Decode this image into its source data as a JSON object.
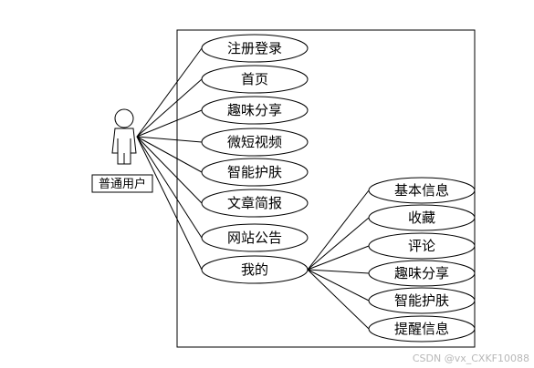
{
  "actor": {
    "label": "普通用户"
  },
  "use_cases": [
    {
      "label": "注册登录"
    },
    {
      "label": "首页"
    },
    {
      "label": "趣味分享"
    },
    {
      "label": "微短视频"
    },
    {
      "label": "智能护肤"
    },
    {
      "label": "文章简报"
    },
    {
      "label": "网站公告"
    },
    {
      "label": "我的"
    }
  ],
  "sub_use_cases": [
    {
      "label": "基本信息"
    },
    {
      "label": "收藏"
    },
    {
      "label": "评论"
    },
    {
      "label": "趣味分享"
    },
    {
      "label": "智能护肤"
    },
    {
      "label": "提醒信息"
    }
  ],
  "watermark": "CSDN @vx_CXKF10088"
}
